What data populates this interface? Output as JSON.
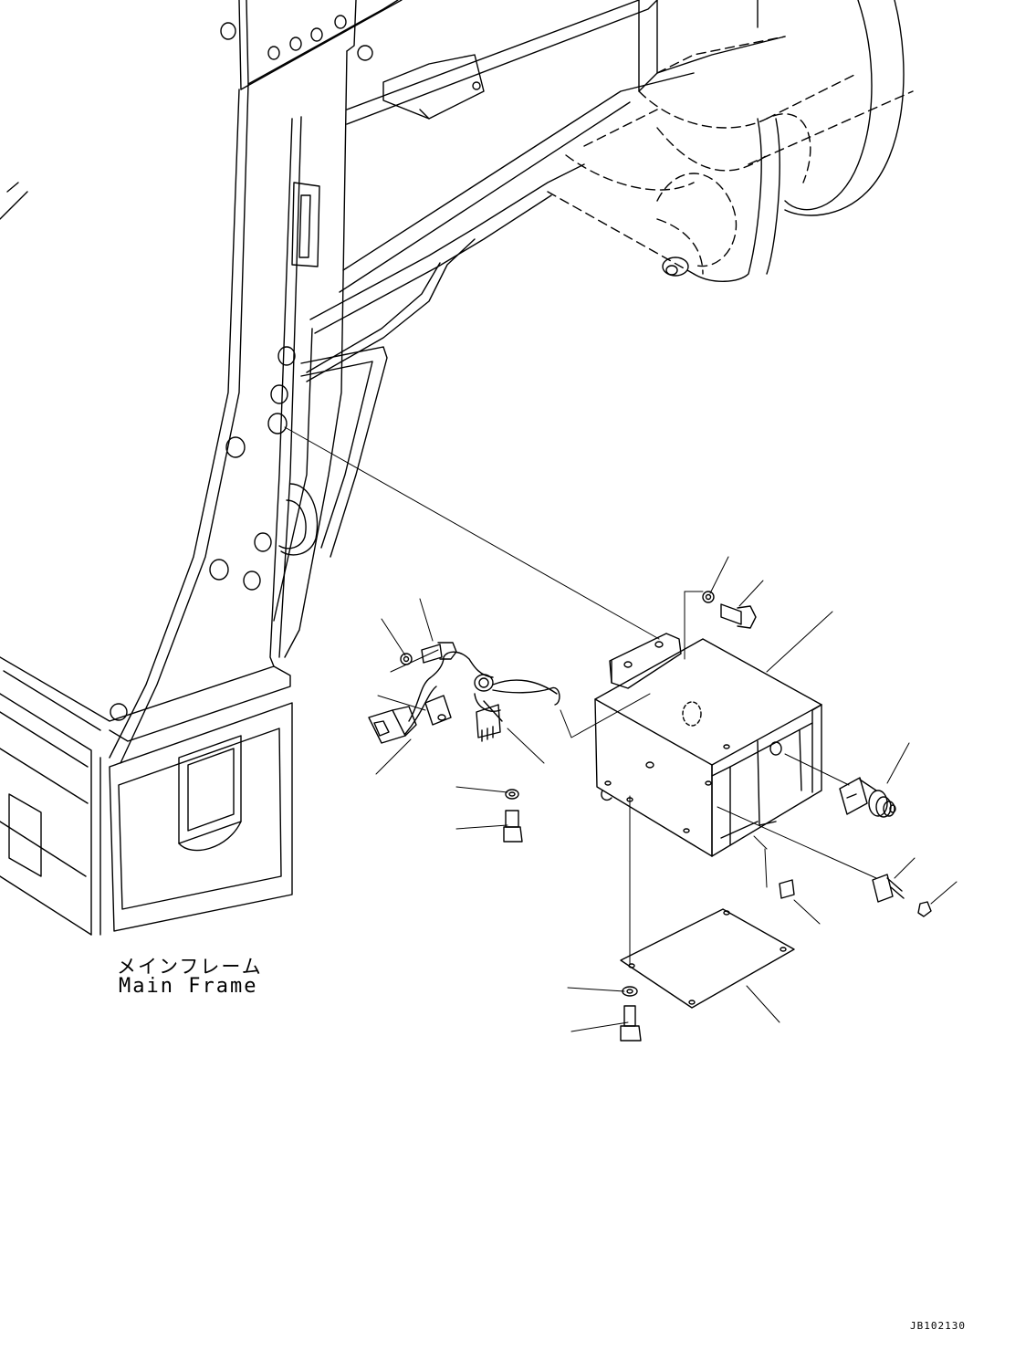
{
  "labels": {
    "main_frame_jp": "メインフレーム",
    "main_frame_en": "Main Frame",
    "drawing_id": "JB102130"
  },
  "colors": {
    "ink": "#000000",
    "paper": "#ffffff"
  }
}
